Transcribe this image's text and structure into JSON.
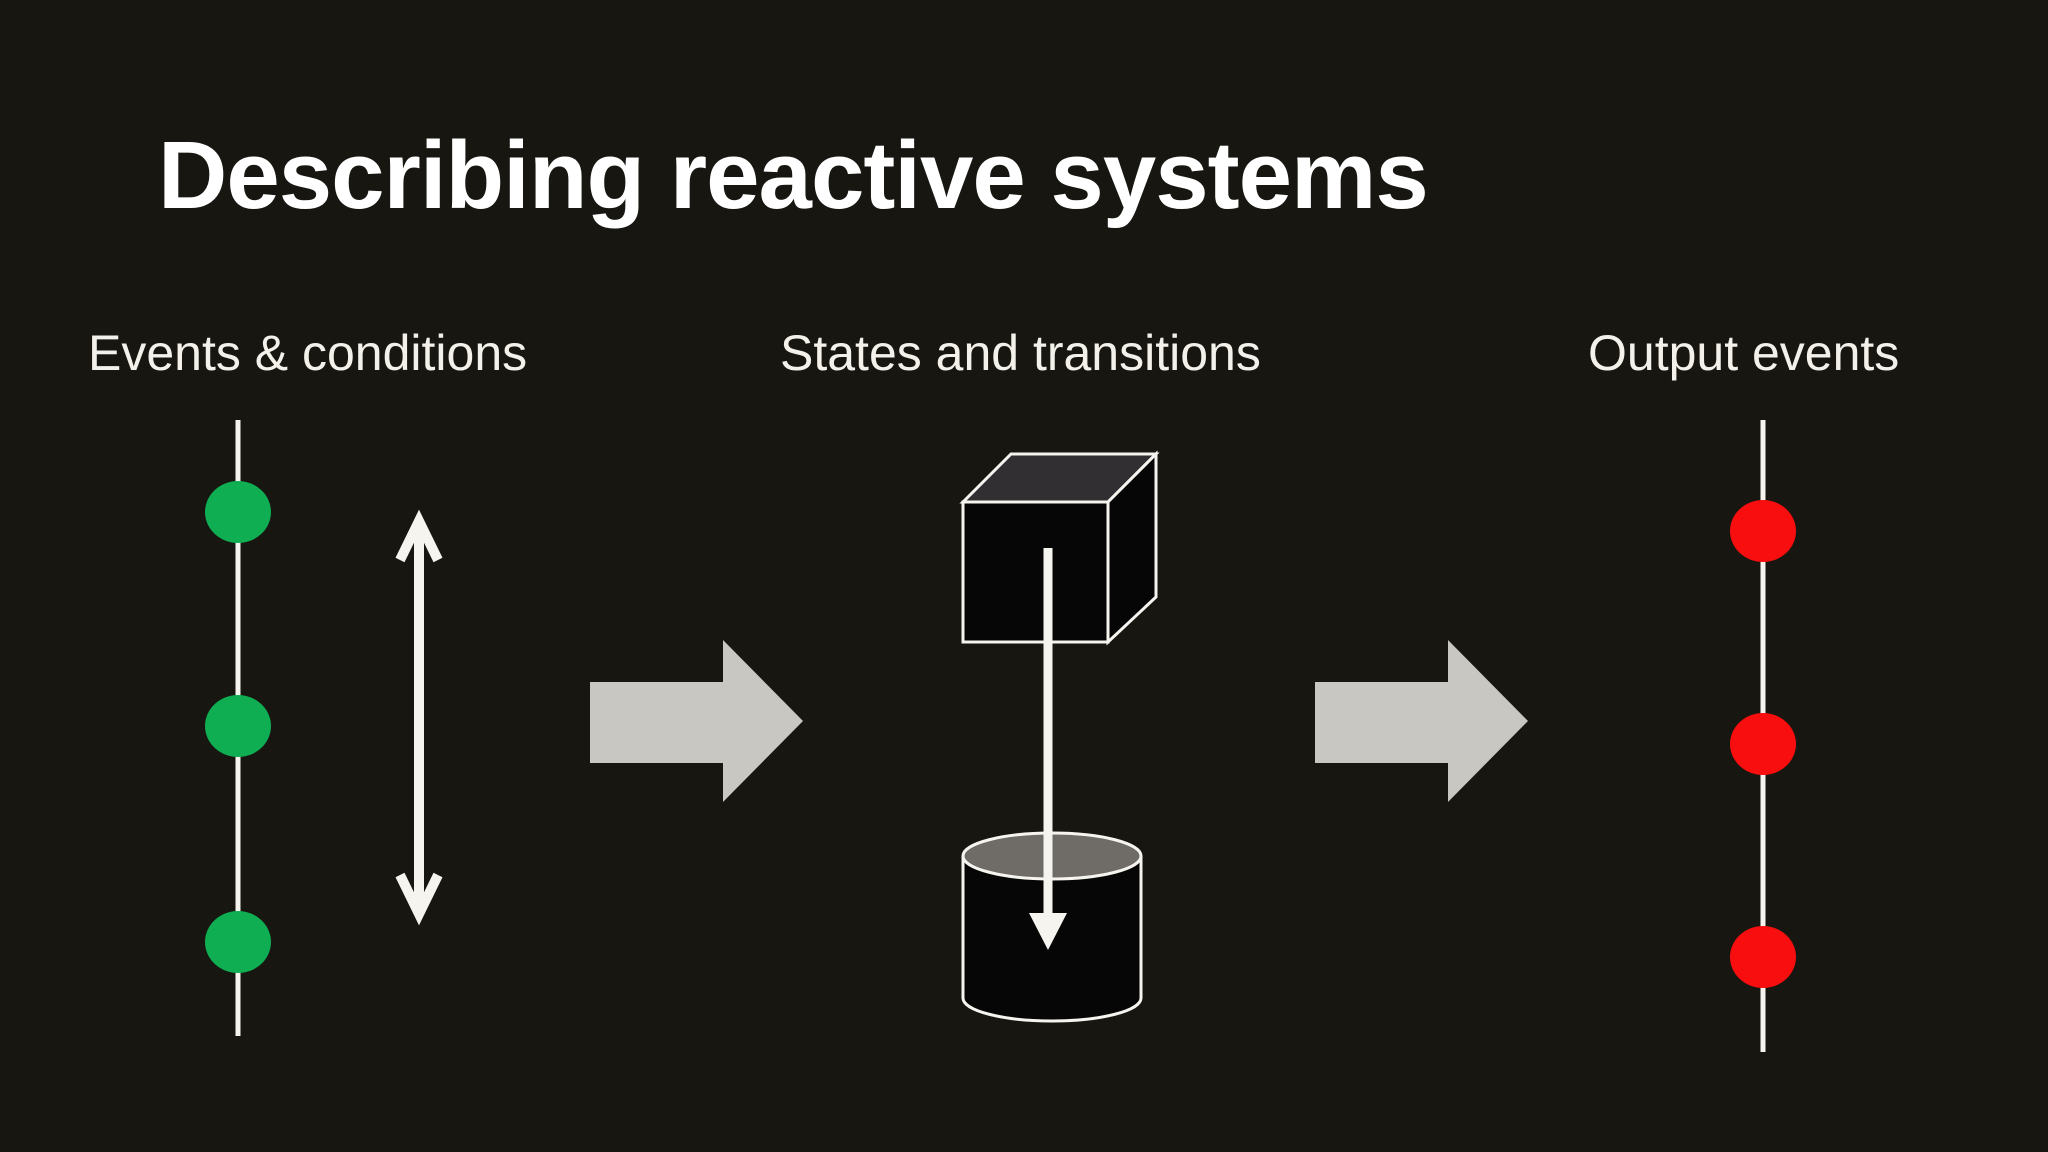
{
  "slide": {
    "title": "Describing reactive systems"
  },
  "sections": [
    {
      "label": "Events & conditions",
      "graphic": "vertical-timeline-with-event-dots",
      "dot_count": 3,
      "dot_color": "#0fae53",
      "extra": "bidirectional-vertical-arrow"
    },
    {
      "label": "States and transitions",
      "graphic": "cube-state-with-transition-arrow-to-cylinder-state"
    },
    {
      "label": "Output events",
      "graphic": "vertical-timeline-with-event-dots",
      "dot_count": 3,
      "dot_color": "#f80e0e"
    }
  ],
  "flow": {
    "arrow_count": 2,
    "direction": "left-to-right"
  },
  "colors": {
    "background": "#171611",
    "title_text": "#ffffff",
    "label_text": "#f3f1ea",
    "event_dot_green": "#0fae53",
    "output_dot_red": "#f80e0e",
    "flow_arrow_gray": "#c9c7c2",
    "timeline_white": "#f6f4ef",
    "cube_top_gray": "#322f33",
    "cylinder_top_gray": "#6f6b66",
    "shape_black": "#060606"
  }
}
